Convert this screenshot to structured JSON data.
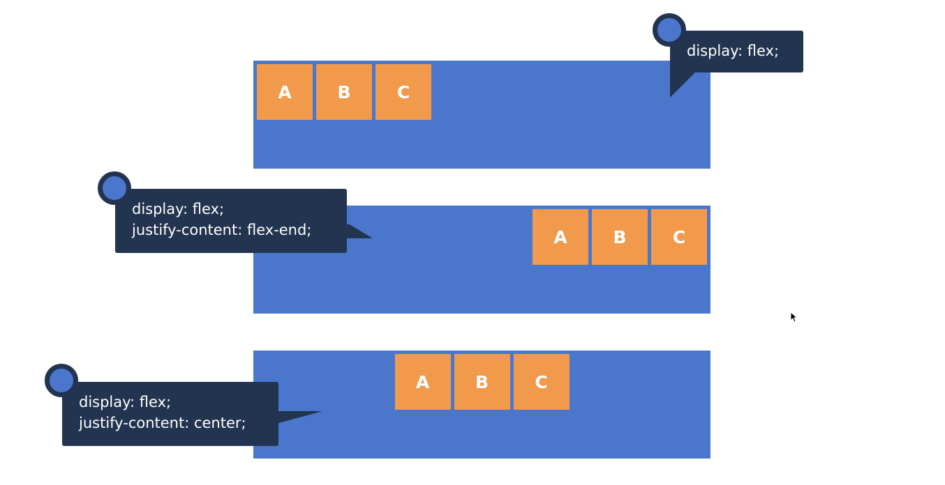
{
  "items": [
    "A",
    "B",
    "C"
  ],
  "callouts": {
    "first": [
      "display: flex;"
    ],
    "second": [
      "display: flex;",
      "justify-content: flex-end;"
    ],
    "third": [
      "display: flex;",
      "justify-content: center;"
    ]
  },
  "colors": {
    "container": "#4a77cc",
    "item": "#f29a4b",
    "callout": "#22344f",
    "background": "#ffffff"
  }
}
